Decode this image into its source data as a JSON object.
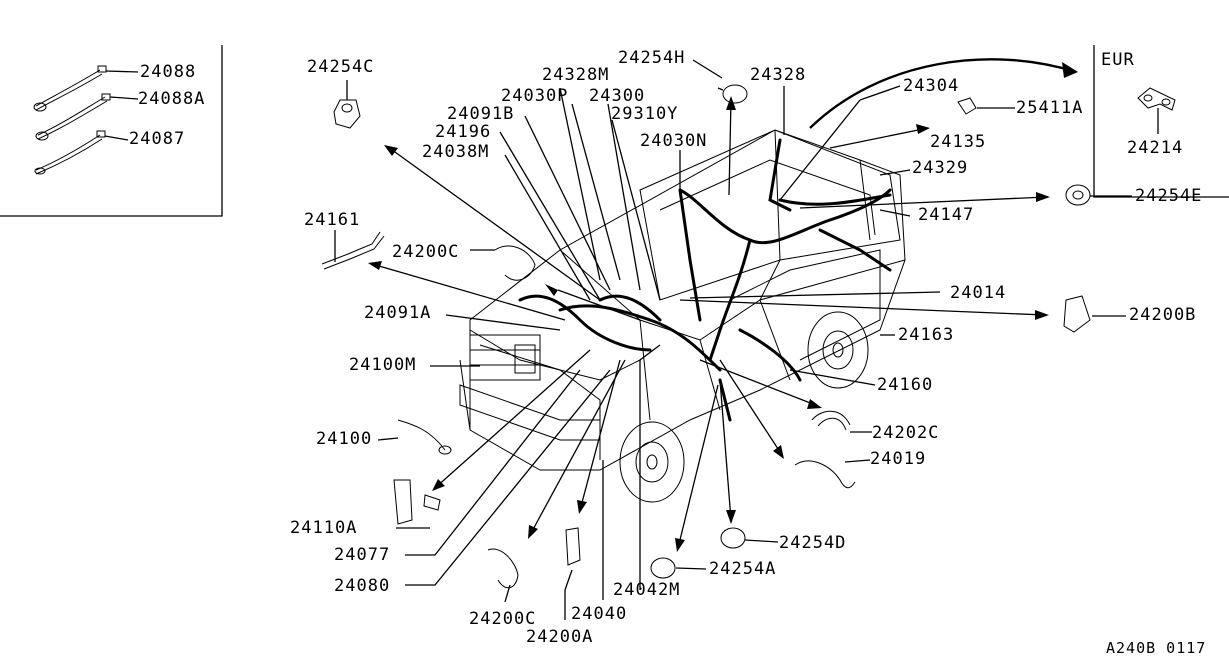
{
  "diagram": {
    "inset_parts": [
      "24088",
      "24088A",
      "24087"
    ],
    "region_label": "EUR",
    "region_parts": [
      "24214"
    ],
    "parts": [
      {
        "id": "p24254C",
        "text": "24254C"
      },
      {
        "id": "p24254H",
        "text": "24254H"
      },
      {
        "id": "p24328M",
        "text": "24328M"
      },
      {
        "id": "p24328",
        "text": "24328"
      },
      {
        "id": "p24030P",
        "text": "24030P"
      },
      {
        "id": "p24300",
        "text": "24300"
      },
      {
        "id": "p24091B",
        "text": "24091B"
      },
      {
        "id": "p29310Y",
        "text": "29310Y"
      },
      {
        "id": "p24196",
        "text": "24196"
      },
      {
        "id": "p24038M",
        "text": "24038M"
      },
      {
        "id": "p24030N",
        "text": "24030N"
      },
      {
        "id": "p24304",
        "text": "24304"
      },
      {
        "id": "p25411A",
        "text": "25411A"
      },
      {
        "id": "p24135",
        "text": "24135"
      },
      {
        "id": "p24329",
        "text": "24329"
      },
      {
        "id": "p24254E",
        "text": "24254E"
      },
      {
        "id": "p24147",
        "text": "24147"
      },
      {
        "id": "p24161",
        "text": "24161"
      },
      {
        "id": "p24200C_top",
        "text": "24200C"
      },
      {
        "id": "p24014",
        "text": "24014"
      },
      {
        "id": "p24200B",
        "text": "24200B"
      },
      {
        "id": "p24091A",
        "text": "24091A"
      },
      {
        "id": "p24163",
        "text": "24163"
      },
      {
        "id": "p24100M",
        "text": "24100M"
      },
      {
        "id": "p24160",
        "text": "24160"
      },
      {
        "id": "p24100",
        "text": "24100"
      },
      {
        "id": "p24202C",
        "text": "24202C"
      },
      {
        "id": "p24019",
        "text": "24019"
      },
      {
        "id": "p24110A",
        "text": "24110A"
      },
      {
        "id": "p24254D",
        "text": "24254D"
      },
      {
        "id": "p24077",
        "text": "24077"
      },
      {
        "id": "p24254A",
        "text": "24254A"
      },
      {
        "id": "p24080",
        "text": "24080"
      },
      {
        "id": "p24042M",
        "text": "24042M"
      },
      {
        "id": "p24040",
        "text": "24040"
      },
      {
        "id": "p24200C_bot",
        "text": "24200C"
      },
      {
        "id": "p24200A",
        "text": "24200A"
      }
    ],
    "figure_code": "A240B 0117"
  }
}
